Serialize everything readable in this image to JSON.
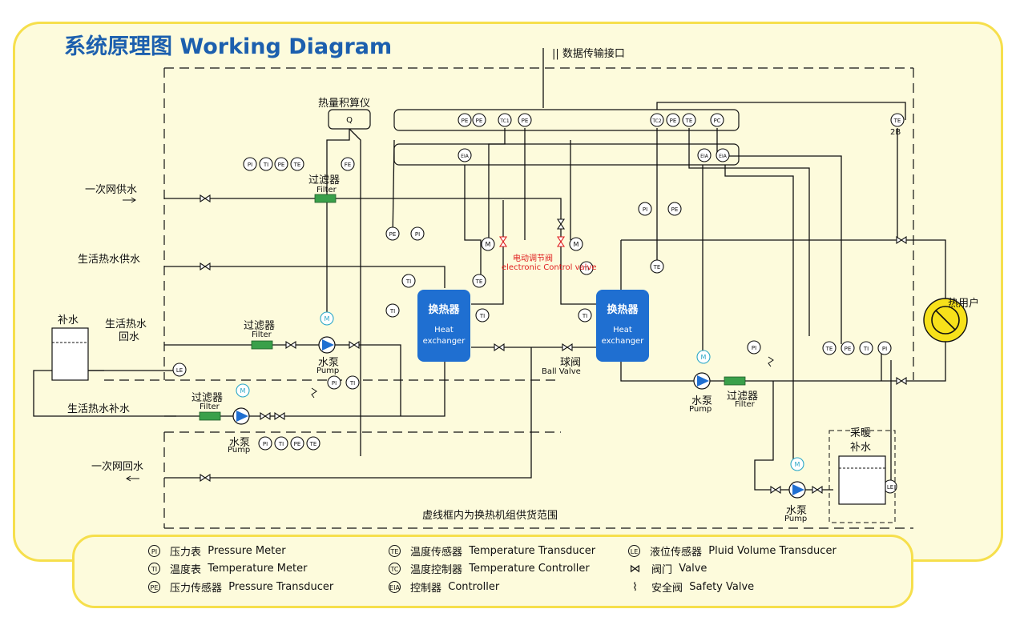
{
  "title": "系统原理图 Working Diagram",
  "data_interface": "数据传输接口",
  "heat_meter": {
    "label": "热量积算仪",
    "symbol": "Q"
  },
  "scope_note": "虚线框内为换热机组供货范围",
  "lines": {
    "primary_supply": "一次网供水",
    "dhw_supply": "生活热水供水",
    "dhw_return_1": "生活热水",
    "dhw_return_2": "回水",
    "dhw_makeup": "生活热水补水",
    "primary_return": "一次网回水",
    "makeup_water": "补水",
    "heat_user": "热用户",
    "heating_makeup_1": "采暖",
    "heating_makeup_2": "补水"
  },
  "components": {
    "filter_cn": "过滤器",
    "filter_en": "Filter",
    "pump_cn": "水泵",
    "pump_en": "Pump",
    "ball_valve_cn": "球阀",
    "ball_valve_en": "Ball Valve",
    "control_valve_cn": "电动调节阀",
    "control_valve_en": "electronic Control valve",
    "hx_cn": "换热器",
    "hx_en_1": "Heat",
    "hx_en_2": "exchanger",
    "te_2b": "2B"
  },
  "instrument_tags": [
    "PI",
    "TI",
    "PE",
    "TE",
    "FE",
    "EIA",
    "TC1",
    "TC2",
    "PC",
    "LE",
    "M"
  ],
  "legend": [
    {
      "sym": "PI",
      "cn": "压力表",
      "en": "Pressure Meter"
    },
    {
      "sym": "TI",
      "cn": "温度表",
      "en": "Temperature Meter"
    },
    {
      "sym": "PE",
      "cn": "压力传感器",
      "en": "Pressure Transducer"
    },
    {
      "sym": "TE",
      "cn": "温度传感器",
      "en": "Temperature Transducer"
    },
    {
      "sym": "TC",
      "cn": "温度控制器",
      "en": "Temperature Controller"
    },
    {
      "sym": "EIA",
      "cn": "控制器",
      "en": "Controller"
    },
    {
      "sym": "LE",
      "cn": "液位传感器",
      "en": "Pluid Volume Transducer"
    },
    {
      "sym": "valve",
      "cn": "阀门",
      "en": "Valve"
    },
    {
      "sym": "safety",
      "cn": "安全阀",
      "en": "Safety Valve"
    }
  ],
  "colors": {
    "title_blue": "#1c5fae",
    "panel_bg": "#fdfbdc",
    "panel_border": "#f6df4c",
    "hx_blue": "#1f6fd1",
    "filter_green": "#3aa04a",
    "pump_blue": "#1f6fd1",
    "motor_cyan": "#2aa7c7",
    "user_yellow": "#f7e11a",
    "red_valve": "#e02020"
  }
}
